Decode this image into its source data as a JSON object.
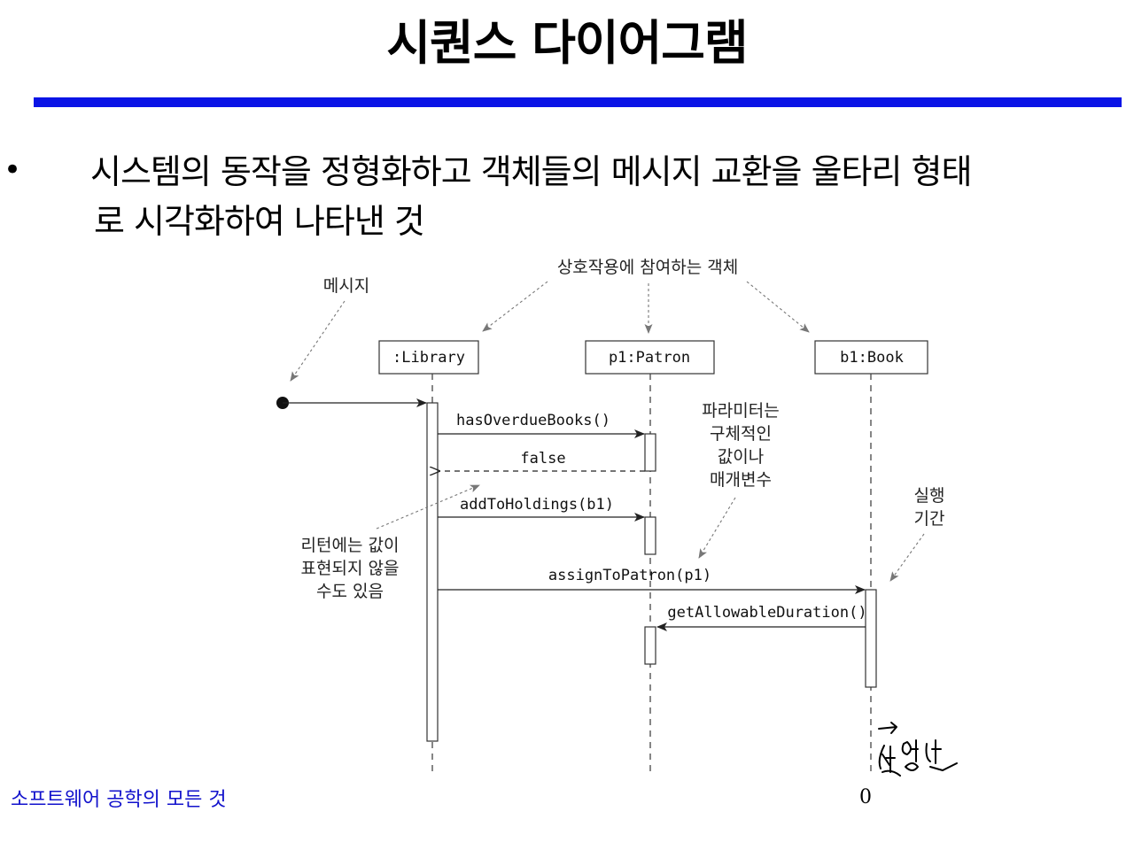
{
  "slide": {
    "title": "시퀀스 다이어그램",
    "bullet_symbol": "•",
    "bullet_line1": "시스템의 동작을 정형화하고 객체들의 메시지 교환을 울타리 형태",
    "bullet_line2": "로 시각화하여 나타낸 것",
    "footer": "소프트웨어 공학의 모든 것",
    "page_number": "0",
    "accent_color": "#0a14e6",
    "footer_color": "#1111cc"
  },
  "diagram": {
    "objects": [
      ":Library",
      "p1:Patron",
      "b1:Book"
    ],
    "messages": {
      "m1": "hasOverdueBooks()",
      "m2": "false",
      "m3": "addToHoldings(b1)",
      "m4": "assignToPatron(p1)",
      "m5": "getAllowableDuration()"
    },
    "annotations": {
      "message": "메시지",
      "participants": "상호작용에 참여하는 객체",
      "params_1": "파라미터는",
      "params_2": "구체적인",
      "params_3": "값이나",
      "params_4": "매개변수",
      "exec_1": "실행",
      "exec_2": "기간",
      "return_1": "리턴에는 값이",
      "return_2": "표현되지 않을",
      "return_3": "수도 있음",
      "handwritten": "생명선"
    }
  }
}
